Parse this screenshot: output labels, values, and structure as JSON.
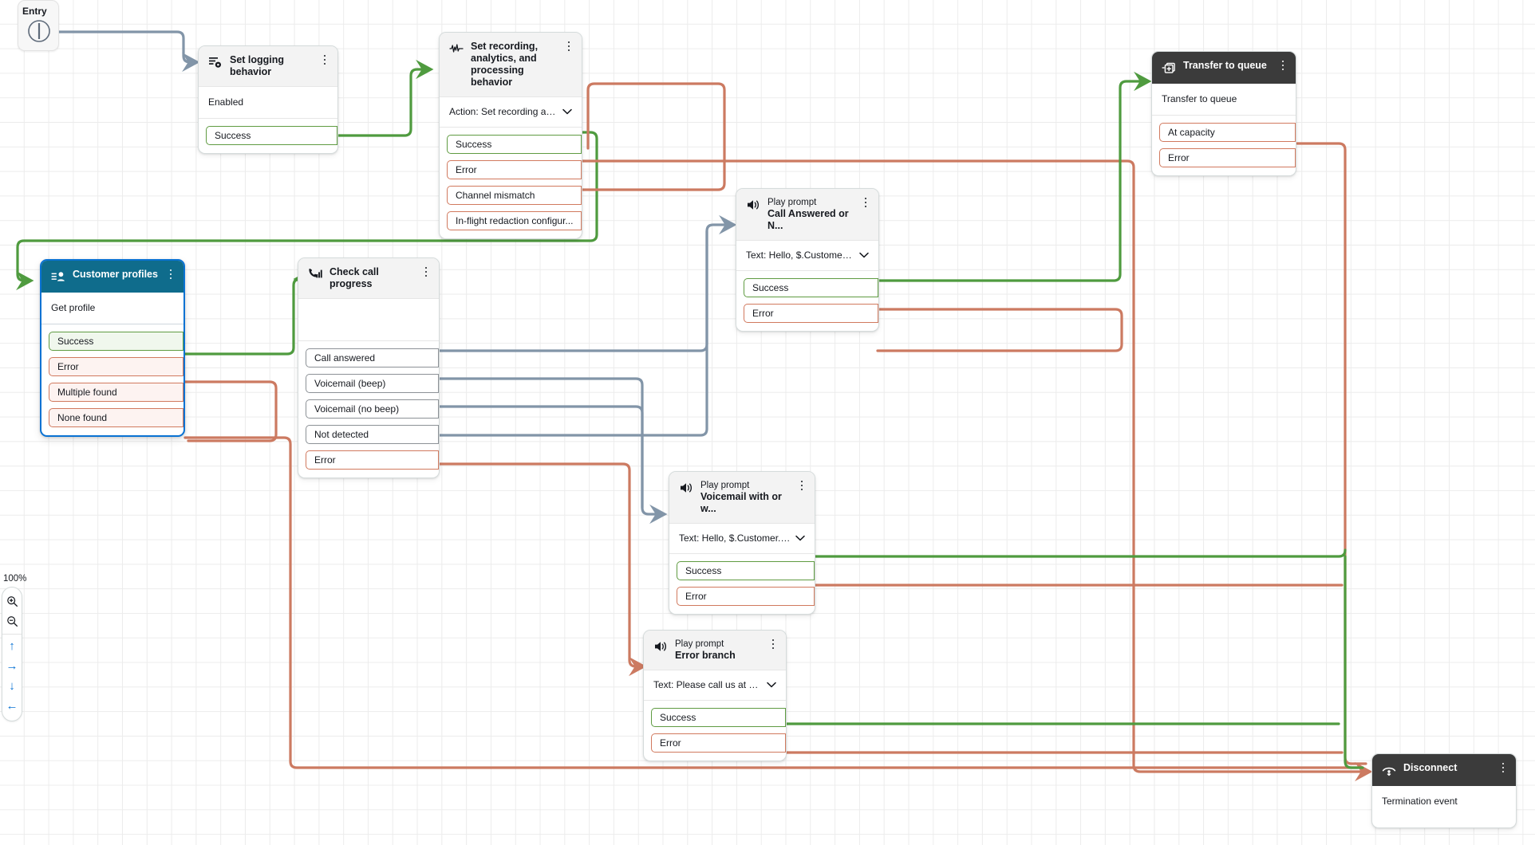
{
  "canvas": {
    "entry": {
      "label": "Entry",
      "icon": "flow-entry-icon"
    },
    "zoom": {
      "level": "100%",
      "zoom_in": "zoom-in-icon",
      "zoom_out": "zoom-out-icon",
      "pan_up": "↑",
      "pan_right": "→",
      "pan_down": "↓",
      "pan_left": "←"
    },
    "colors": {
      "success": "#4f9b3f",
      "error": "#cc7a61",
      "neutral": "#8295a8",
      "selected": "#0972d3",
      "header_teal": "#0f6c8c",
      "header_dark": "#3b3b3b",
      "grid": "#ececec"
    }
  },
  "nodes": [
    {
      "id": "set-logging-behavior",
      "kicker": "",
      "title": "Set logging behavior",
      "icon": "logging-gear-icon",
      "header_style": "light",
      "selected": false,
      "body_text": "Enabled",
      "body_type": "text",
      "branches": [
        {
          "label": "Success",
          "kind": "ok"
        }
      ]
    },
    {
      "id": "set-recording-analytics",
      "kicker": "",
      "title": "Set recording, analytics, and processing behavior",
      "icon": "waveform-icon",
      "header_style": "light",
      "selected": false,
      "body_text": "Action: Set recording and...",
      "body_type": "select",
      "branches": [
        {
          "label": "Success",
          "kind": "ok"
        },
        {
          "label": "Error",
          "kind": "err"
        },
        {
          "label": "Channel mismatch",
          "kind": "err"
        },
        {
          "label": "In-flight redaction configur...",
          "kind": "err"
        }
      ]
    },
    {
      "id": "transfer-to-queue",
      "kicker": "",
      "title": "Transfer to queue",
      "icon": "transfer-queue-icon",
      "header_style": "dark",
      "selected": false,
      "body_text": "Transfer to queue",
      "body_type": "text",
      "branches": [
        {
          "label": "At capacity",
          "kind": "err"
        },
        {
          "label": "Error",
          "kind": "err"
        }
      ]
    },
    {
      "id": "customer-profiles",
      "kicker": "",
      "title": "Customer profiles",
      "icon": "customer-profiles-icon",
      "header_style": "teal",
      "selected": true,
      "body_text": "Get profile",
      "body_type": "text",
      "branches": [
        {
          "label": "Success",
          "kind": "ok",
          "filled": true
        },
        {
          "label": "Error",
          "kind": "err",
          "filled": true
        },
        {
          "label": "Multiple found",
          "kind": "err",
          "filled": true
        },
        {
          "label": "None found",
          "kind": "err",
          "filled": true
        }
      ]
    },
    {
      "id": "check-call-progress",
      "kicker": "",
      "title": "Check call progress",
      "icon": "call-progress-icon",
      "header_style": "light",
      "selected": false,
      "body_text": "",
      "body_type": "empty",
      "branches": [
        {
          "label": "Call answered",
          "kind": "neutral"
        },
        {
          "label": "Voicemail (beep)",
          "kind": "neutral"
        },
        {
          "label": "Voicemail (no beep)",
          "kind": "neutral"
        },
        {
          "label": "Not detected",
          "kind": "neutral"
        },
        {
          "label": "Error",
          "kind": "err"
        }
      ]
    },
    {
      "id": "play-prompt-call-answered",
      "kicker": "Play prompt",
      "title": "Call Answered or N...",
      "icon": "speaker-icon",
      "header_style": "light",
      "selected": false,
      "body_text": "Text: Hello, $.Customer.Fi...",
      "body_type": "select",
      "branches": [
        {
          "label": "Success",
          "kind": "ok"
        },
        {
          "label": "Error",
          "kind": "err"
        }
      ]
    },
    {
      "id": "play-prompt-voicemail",
      "kicker": "Play prompt",
      "title": "Voicemail with or w...",
      "icon": "speaker-icon",
      "header_style": "light",
      "selected": false,
      "body_text": "Text: Hello, $.Customer.Fi...",
      "body_type": "select",
      "branches": [
        {
          "label": "Success",
          "kind": "ok"
        },
        {
          "label": "Error",
          "kind": "err"
        }
      ]
    },
    {
      "id": "play-prompt-error-branch",
      "kicker": "Play prompt",
      "title": "Error branch",
      "icon": "speaker-icon",
      "header_style": "light",
      "selected": false,
      "body_text": "Text: Please call us at $....",
      "body_type": "select",
      "branches": [
        {
          "label": "Success",
          "kind": "ok"
        },
        {
          "label": "Error",
          "kind": "err"
        }
      ]
    },
    {
      "id": "disconnect",
      "kicker": "",
      "title": "Disconnect",
      "icon": "disconnect-icon",
      "header_style": "dark",
      "selected": false,
      "body_text": "Termination event",
      "body_type": "text",
      "branches": []
    }
  ]
}
